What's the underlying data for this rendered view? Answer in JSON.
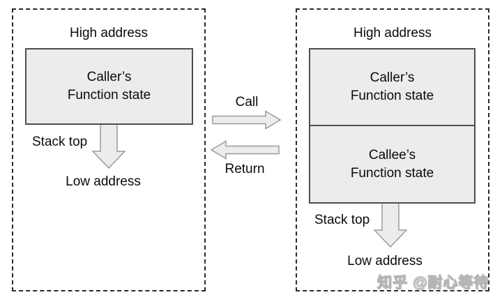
{
  "left_panel": {
    "high_address_label": "High address",
    "frames": [
      {
        "line1": "Caller’s",
        "line2": "Function state"
      }
    ],
    "stack_top_label": "Stack top",
    "low_address_label": "Low address"
  },
  "middle": {
    "call_label": "Call",
    "return_label": "Return"
  },
  "right_panel": {
    "high_address_label": "High address",
    "frames": [
      {
        "line1": "Caller’s",
        "line2": "Function state"
      },
      {
        "line1": "Callee’s",
        "line2": "Function state"
      }
    ],
    "stack_top_label": "Stack top",
    "low_address_label": "Low address"
  },
  "watermark": "知乎 @耐心等待",
  "icons": {
    "call_arrow": "right-block-arrow",
    "return_arrow": "left-block-arrow",
    "stack_growth_arrow": "down-block-arrow"
  },
  "colors": {
    "dashed_border": "#2a2a2a",
    "box_fill": "#ececec",
    "box_border": "#4e4e4e",
    "arrow_fill": "#ececec",
    "arrow_stroke": "#9a9a9a",
    "text": "#0a0a0a",
    "watermark": "#ededed",
    "watermark_outline": "#b5b5b5"
  }
}
